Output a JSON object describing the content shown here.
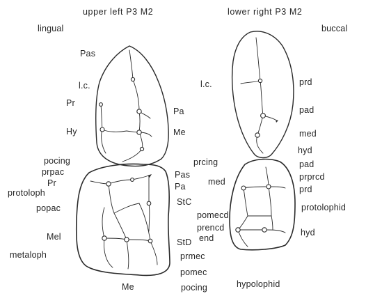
{
  "header": {
    "upper_left": "upper left P3 M2",
    "lower_right": "lower right P3 M2",
    "lingual": "lingual",
    "buccal": "buccal"
  },
  "upper_left_labels": {
    "pas_top": "Pas",
    "lc": "l.c.",
    "pr": "Pr",
    "hy": "Hy",
    "pa": "Pa",
    "me": "Me",
    "pocing": "pocing",
    "prpac": "prpac",
    "pr2": "Pr",
    "protoloph": "protoloph",
    "popac": "popac",
    "mel": "Mel",
    "metaloph": "metaloph",
    "pas_mid": "Pas",
    "pa_mid": "Pa",
    "stc": "StC",
    "prcing": "prcing",
    "std": "StD",
    "me_bottom": "Me",
    "pocing_bottom": "pocing"
  },
  "lower_right_labels": {
    "lc": "l.c.",
    "prd": "prd",
    "pad": "pad",
    "med": "med",
    "hyd": "hyd",
    "pad2": "pad",
    "prprcd": "prprcd",
    "prd2": "prd",
    "med_left": "med",
    "protolophid": "protolophid",
    "pomecd": "pomecd",
    "prencd": "prencd",
    "end": "end",
    "hyd2": "hyd",
    "prmec": "prmec",
    "pomec": "pomec",
    "hypolophid": "hypolophid"
  },
  "colors": {
    "ink": "#2a2a2a",
    "background": "#ffffff"
  }
}
